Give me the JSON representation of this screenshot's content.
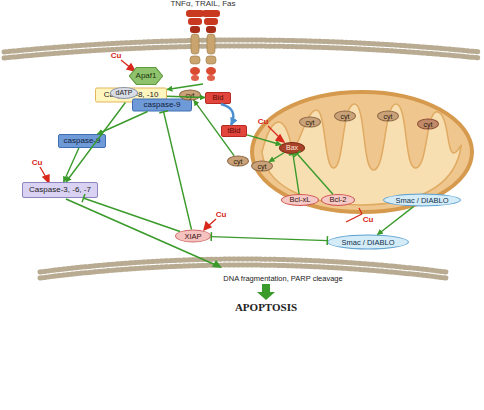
{
  "diagram": {
    "nodes": [
      {
        "text": [
          "TNFα, TRAIL, Fas"
        ]
      },
      {
        "text": [
          "Caspase-8, -10"
        ]
      },
      {
        "text": [
          "Bid"
        ]
      },
      {
        "text": [
          "tBid"
        ]
      },
      {
        "text": [
          "Apaf1"
        ]
      },
      {
        "text": [
          "dATP"
        ]
      },
      {
        "text": [
          "caspase-9"
        ]
      },
      {
        "text": [
          "cyt"
        ]
      },
      {
        "text": [
          "caspase-9"
        ]
      },
      {
        "text": [
          "Caspase-3, -6, -7"
        ]
      },
      {
        "text": [
          "cyt"
        ]
      },
      {
        "text": [
          "cyt"
        ]
      },
      {
        "text": [
          "Bax"
        ]
      },
      {
        "text": [
          "cyt"
        ]
      },
      {
        "text": [
          "cyt"
        ]
      },
      {
        "text": [
          "cyt"
        ]
      },
      {
        "text": [
          "cyt"
        ]
      },
      {
        "text": [
          "Bcl-xL"
        ]
      },
      {
        "text": [
          "Bcl-2"
        ]
      },
      {
        "text": [
          "Smac / DIABLO"
        ]
      },
      {
        "text": [
          "Smac / DIABLO"
        ]
      },
      {
        "text": [
          "XIAP"
        ]
      }
    ],
    "edges": [
      {
        "from": 0,
        "to": 1,
        "arrow": "to"
      },
      {
        "from": 1,
        "to": 2,
        "arrow": "to"
      },
      {
        "from": 2,
        "to": 3,
        "arrow": "to"
      },
      {
        "from": 3,
        "to": 12,
        "arrow": "to"
      },
      {
        "from": 1,
        "to": 9,
        "arrow": "to"
      },
      {
        "from": 8,
        "to": 9,
        "arrow": "to"
      },
      {
        "from": 6,
        "to": 8,
        "arrow": "to"
      },
      {
        "from": 12,
        "to": 10,
        "arrow": "to"
      },
      {
        "from": 11,
        "to": 7,
        "arrow": "to"
      },
      {
        "from": 17,
        "to": 12,
        "arrow": "to"
      },
      {
        "from": 18,
        "to": 12,
        "arrow": "to"
      },
      {
        "from": 21,
        "to": 9,
        "arrow": "to"
      },
      {
        "from": 21,
        "to": 6,
        "arrow": "to"
      },
      {
        "from": 20,
        "to": 21,
        "arrow": "both"
      },
      {
        "from": 19,
        "to": 20,
        "arrow": "to"
      }
    ],
    "labels": [
      "Cu",
      "Cu",
      "Cu",
      "Cu",
      "Cu",
      "DNA fragmentation, PARP cleavage",
      "APOPTOSIS"
    ]
  }
}
